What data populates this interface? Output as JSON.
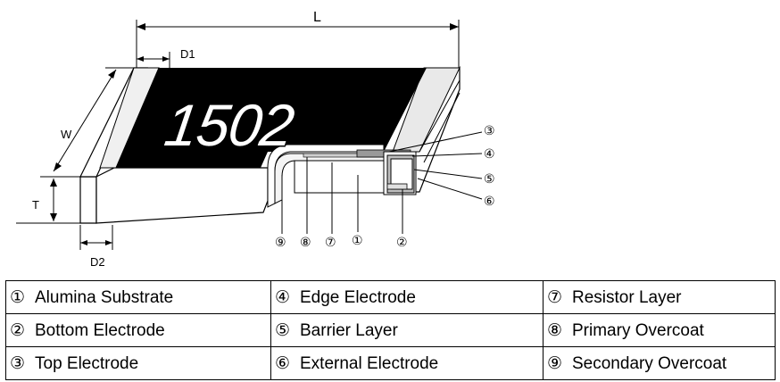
{
  "diagram": {
    "marking": "1502",
    "dimensions": {
      "length": "L",
      "width": "W",
      "thickness": "T",
      "top_term": "D1",
      "bottom_term": "D2"
    },
    "callouts": {
      "n1": "①",
      "n2": "②",
      "n3": "③",
      "n4": "④",
      "n5": "⑤",
      "n6": "⑥",
      "n7": "⑦",
      "n8": "⑧",
      "n9": "⑨"
    }
  },
  "legend": {
    "rows": [
      [
        {
          "num": "①",
          "label": "Alumina Substrate"
        },
        {
          "num": "④",
          "label": "Edge Electrode"
        },
        {
          "num": "⑦",
          "label": "Resistor Layer"
        }
      ],
      [
        {
          "num": "②",
          "label": "Bottom Electrode"
        },
        {
          "num": "⑤",
          "label": "Barrier Layer"
        },
        {
          "num": "⑧",
          "label": "Primary Overcoat"
        }
      ],
      [
        {
          "num": "③",
          "label": "Top Electrode"
        },
        {
          "num": "⑥",
          "label": "External Electrode"
        },
        {
          "num": "⑨",
          "label": "Secondary Overcoat"
        }
      ]
    ]
  }
}
